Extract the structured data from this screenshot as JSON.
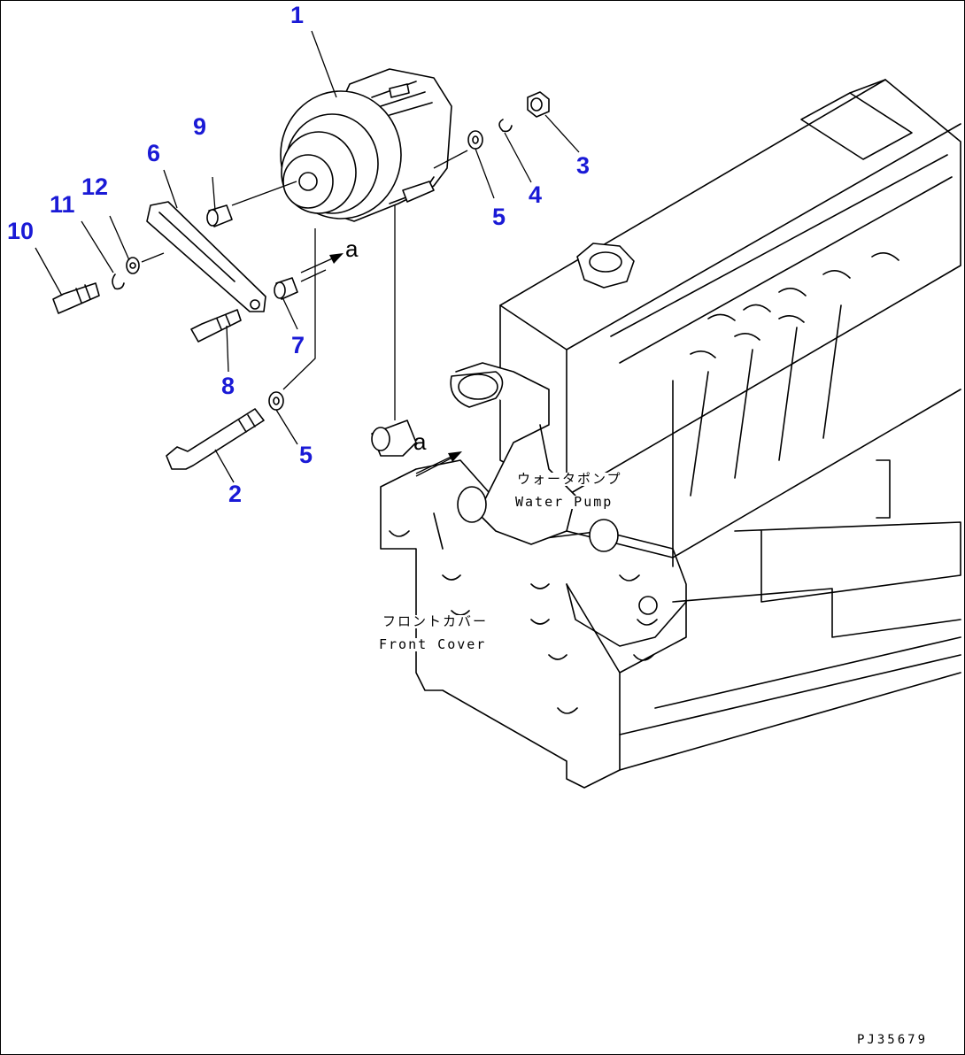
{
  "callouts": {
    "n1": "1",
    "n2": "2",
    "n3": "3",
    "n4": "4",
    "n5a": "5",
    "n5b": "5",
    "n6": "6",
    "n7": "7",
    "n8": "8",
    "n9": "9",
    "n10": "10",
    "n11": "11",
    "n12": "12"
  },
  "connector": {
    "top": "a",
    "bottom": "a"
  },
  "labels": {
    "water_pump_jp": "ウォータポンプ",
    "water_pump_en": "Water Pump",
    "front_cover_jp": "フロントカバー",
    "front_cover_en": "Front Cover"
  },
  "drawing_code": "PJ35679",
  "colors": {
    "callout": "#1a1ad6",
    "line": "#000000",
    "background": "#ffffff"
  }
}
